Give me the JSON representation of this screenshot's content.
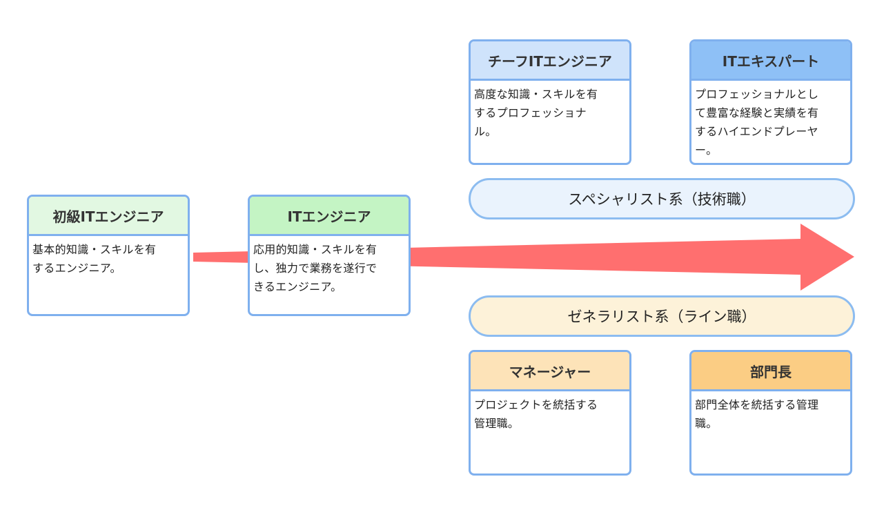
{
  "colors": {
    "border": "#7fb0ee",
    "arrow": "#ff6f6f",
    "entry_header": "#e2f8e2",
    "engineer_header": "#c4f4c4",
    "chief_header": "#cfe3fb",
    "expert_header": "#8ec0f6",
    "manager_header": "#fde3b8",
    "director_header": "#fbcd84",
    "specialist_pill": "#eaf3fd",
    "generalist_pill": "#fdf2d9"
  },
  "cards": {
    "entry": {
      "title": "初級ITエンジニア",
      "lines": [
        "基本的知識・スキルを有",
        "するエンジニア。"
      ]
    },
    "engineer": {
      "title": "ITエンジニア",
      "lines": [
        "応用的知識・スキルを有",
        "し、独力で業務を遂行で",
        "きるエンジニア。"
      ]
    },
    "chief": {
      "title": "チーフITエンジニア",
      "lines": [
        "高度な知識・スキルを有",
        "するプロフェッショナ",
        "ル。"
      ]
    },
    "expert": {
      "title": "ITエキスパート",
      "lines": [
        "プロフェッショナルとし",
        "て豊富な経験と実績を有",
        "するハイエンドプレーヤ",
        "ー。"
      ]
    },
    "manager": {
      "title": "マネージャー",
      "lines": [
        "プロジェクトを統括する",
        "管理職。"
      ]
    },
    "director": {
      "title": "部門長",
      "lines": [
        "部門全体を統括する管理",
        "職。"
      ]
    }
  },
  "tracks": {
    "specialist": "スペシャリスト系（技術職）",
    "generalist": "ゼネラリスト系（ライン職）"
  }
}
